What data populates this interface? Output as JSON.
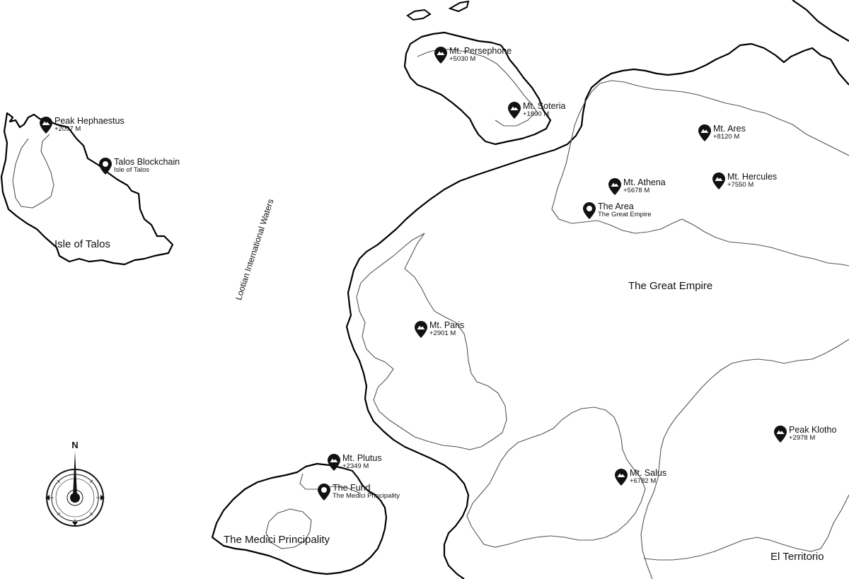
{
  "colors": {
    "background": "#ffffff",
    "coastline": "#000000",
    "border": "#555555",
    "marker": "#111111"
  },
  "regions": {
    "isle_of_talos": "Isle of Talos",
    "great_empire": "The Great Empire",
    "medici_principality": "The Medici Principality",
    "el_territorio": "El Territorio"
  },
  "waters": {
    "lootian": "Lootian International Waters"
  },
  "compass": {
    "north_label": "N"
  },
  "peaks": {
    "hephaestus": {
      "name": "Peak Hephaestus",
      "elevation": "+2097 M",
      "icon": "mountain-pin-icon"
    },
    "persephone": {
      "name": "Mt. Persephone",
      "elevation": "+5030 M",
      "icon": "mountain-pin-icon"
    },
    "soteria": {
      "name": "Mt. Soteria",
      "elevation": "+1890 M",
      "icon": "mountain-pin-icon"
    },
    "ares": {
      "name": "Mt. Ares",
      "elevation": "+8120 M",
      "icon": "mountain-pin-icon"
    },
    "athena": {
      "name": "Mt. Athena",
      "elevation": "+5678 M",
      "icon": "mountain-pin-icon"
    },
    "hercules": {
      "name": "Mt. Hercules",
      "elevation": "+7550 M",
      "icon": "mountain-pin-icon"
    },
    "paris": {
      "name": "Mt. Paris",
      "elevation": "+2901 M",
      "icon": "mountain-pin-icon"
    },
    "plutus": {
      "name": "Mt. Plutus",
      "elevation": "+2349 M",
      "icon": "mountain-pin-icon"
    },
    "salus": {
      "name": "Mt. Salus",
      "elevation": "+6782 M",
      "icon": "mountain-pin-icon"
    },
    "klotho": {
      "name": "Peak Klotho",
      "elevation": "+2978 M",
      "icon": "mountain-pin-icon"
    }
  },
  "locations": {
    "talos_blockchain": {
      "name": "Talos Blockchain",
      "region": "Isle of Talos",
      "icon": "location-pin-icon"
    },
    "the_area": {
      "name": "The Area",
      "region": "The Great Empire",
      "icon": "location-pin-icon"
    },
    "the_fund": {
      "name": "The Fund",
      "region": "The Medici Principality",
      "icon": "location-pin-icon"
    }
  }
}
